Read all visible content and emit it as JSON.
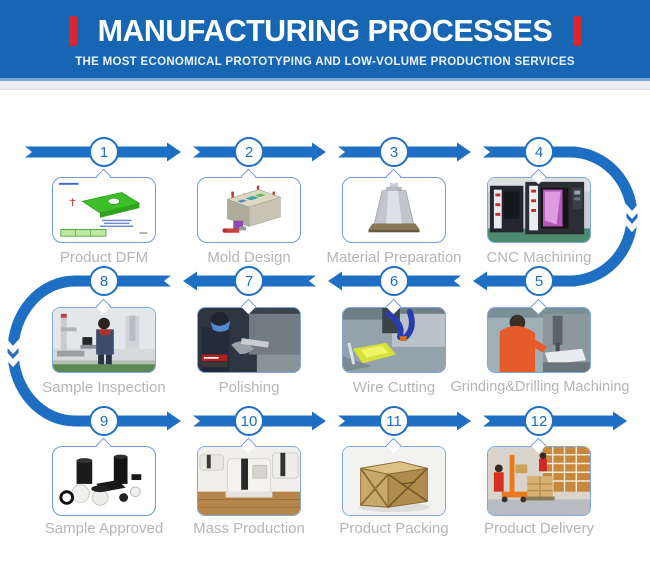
{
  "header": {
    "title": "MANUFACTURING PROCESSES",
    "subtitle": "THE MOST ECONOMICAL PROTOTYPING AND LOW-VOLUME PRODUCTION SERVICES"
  },
  "steps": [
    {
      "num": "1",
      "label": "Product DFM"
    },
    {
      "num": "2",
      "label": "Mold Design"
    },
    {
      "num": "3",
      "label": "Material Preparation"
    },
    {
      "num": "4",
      "label": "CNC Machining"
    },
    {
      "num": "5",
      "label": "Grinding&Drilling Machining"
    },
    {
      "num": "6",
      "label": "Wire Cutting"
    },
    {
      "num": "7",
      "label": "Polishing"
    },
    {
      "num": "8",
      "label": "Sample Inspection"
    },
    {
      "num": "9",
      "label": "Sample Approved"
    },
    {
      "num": "10",
      "label": "Mass Production"
    },
    {
      "num": "11",
      "label": "Product Packing"
    },
    {
      "num": "12",
      "label": "Product Delivery"
    }
  ],
  "colors": {
    "primary_blue": "#1e6fc4",
    "header_blue": "#1766b4",
    "accent_red": "#d9252b",
    "label_grey": "#b5b5b5"
  }
}
